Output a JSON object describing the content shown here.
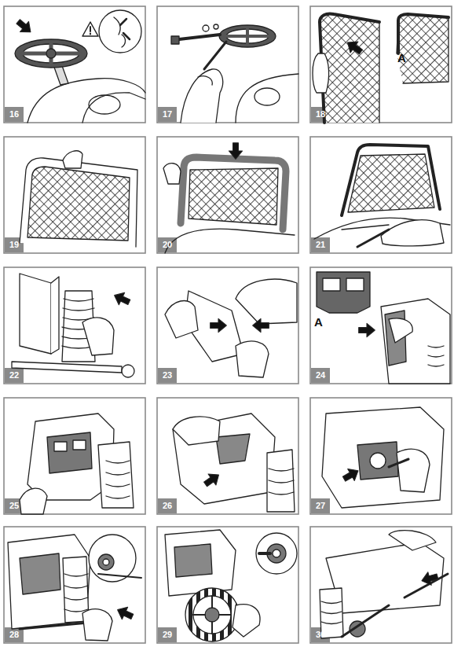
{
  "diagram": {
    "labels": [
      "16",
      "17",
      "A",
      "18",
      "19",
      "20",
      "21",
      "22",
      "23",
      "A",
      "24",
      "25",
      "26",
      "27",
      "28",
      "29",
      "30"
    ]
  }
}
